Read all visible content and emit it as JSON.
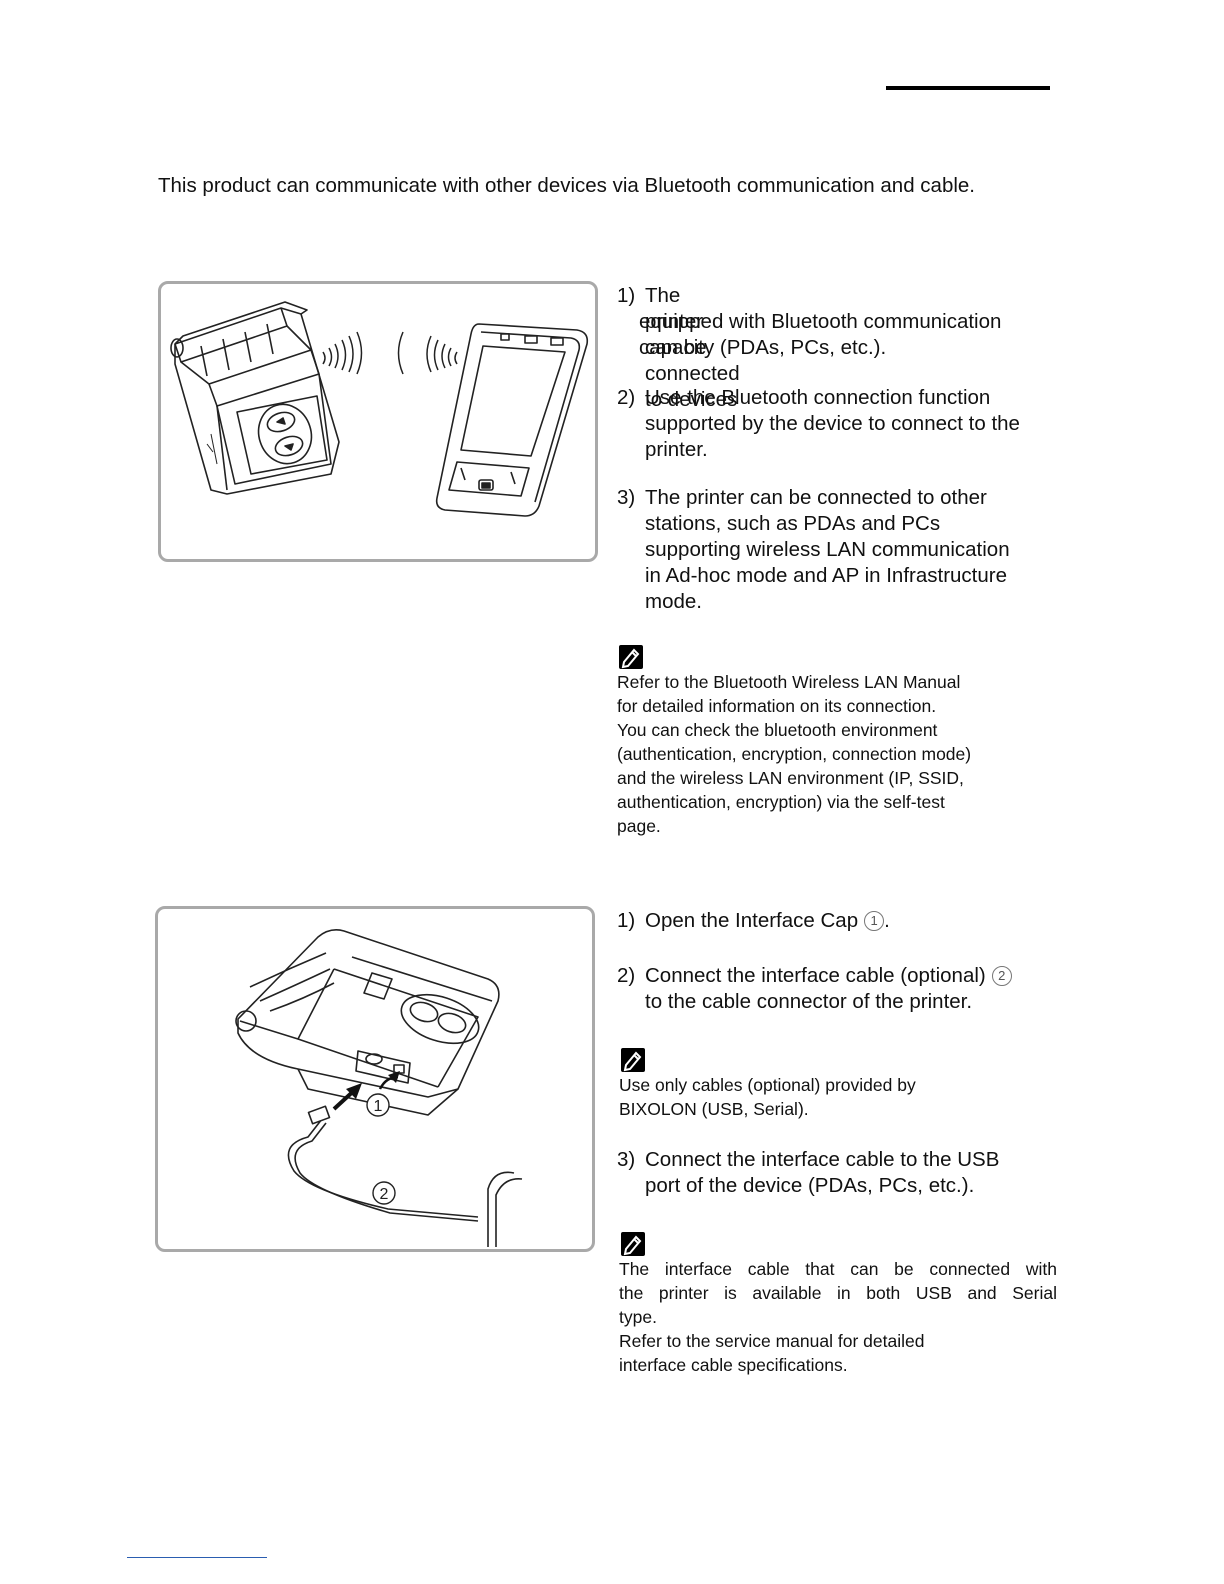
{
  "intro": "This product can communicate with other devices via Bluetooth communication and cable.",
  "bluetooth_figure": {
    "left_waves": "))))))",
    "right_waves": "((((((",
    "icons": [
      "printer-illustration",
      "pda-illustration",
      "signal-waves-icon"
    ]
  },
  "bluetooth_steps": [
    {
      "num": "1)",
      "lines": [
        "The printer can be connected to devices",
        "equipped with Bluetooth communication",
        "capacity (PDAs, PCs, etc.)."
      ]
    },
    {
      "num": "2)",
      "lines": [
        "Use the Bluetooth connection function",
        "supported by the device to connect to the",
        "printer."
      ]
    },
    {
      "num": "3)",
      "lines": [
        "The printer can be connected to other",
        "stations, such as PDAs and PCs",
        "supporting wireless LAN communication",
        "in Ad-hoc mode and AP in Infrastructure",
        "mode."
      ]
    }
  ],
  "bluetooth_note": {
    "icon": "note-pencil-icon",
    "lines": [
      "Refer to the Bluetooth Wireless LAN Manual",
      "for detailed information on its connection.",
      "You can check the bluetooth environment",
      "(authentication, encryption, connection mode)",
      "and the wireless LAN environment (IP, SSID,",
      "authentication, encryption) via the self-test",
      "page."
    ]
  },
  "cable_figure": {
    "callout_1": "1",
    "callout_2": "2",
    "icons": [
      "printer-illustration",
      "cable-illustration",
      "arrow-icon"
    ]
  },
  "cable_steps": [
    {
      "num": "1)",
      "text": "Open the Interface Cap",
      "callout": "1",
      "suffix": "."
    },
    {
      "num": "2)",
      "text": "Connect the interface cable (optional)",
      "callout": "2",
      "line2": "to the cable connector of the printer."
    }
  ],
  "cable_note_1": {
    "icon": "note-pencil-icon",
    "lines": [
      "Use only cables (optional) provided by",
      "BIXOLON (USB, Serial)."
    ]
  },
  "cable_step_3": {
    "num": "3)",
    "lines": [
      "Connect the interface cable to the USB",
      "port of the device (PDAs, PCs, etc.)."
    ]
  },
  "cable_note_2": {
    "icon": "note-pencil-icon",
    "lines": [
      "The interface cable that can be connected with",
      "the printer is available in both USB and Serial",
      "type.",
      "Refer to the service manual for detailed",
      "interface cable specifications."
    ]
  }
}
